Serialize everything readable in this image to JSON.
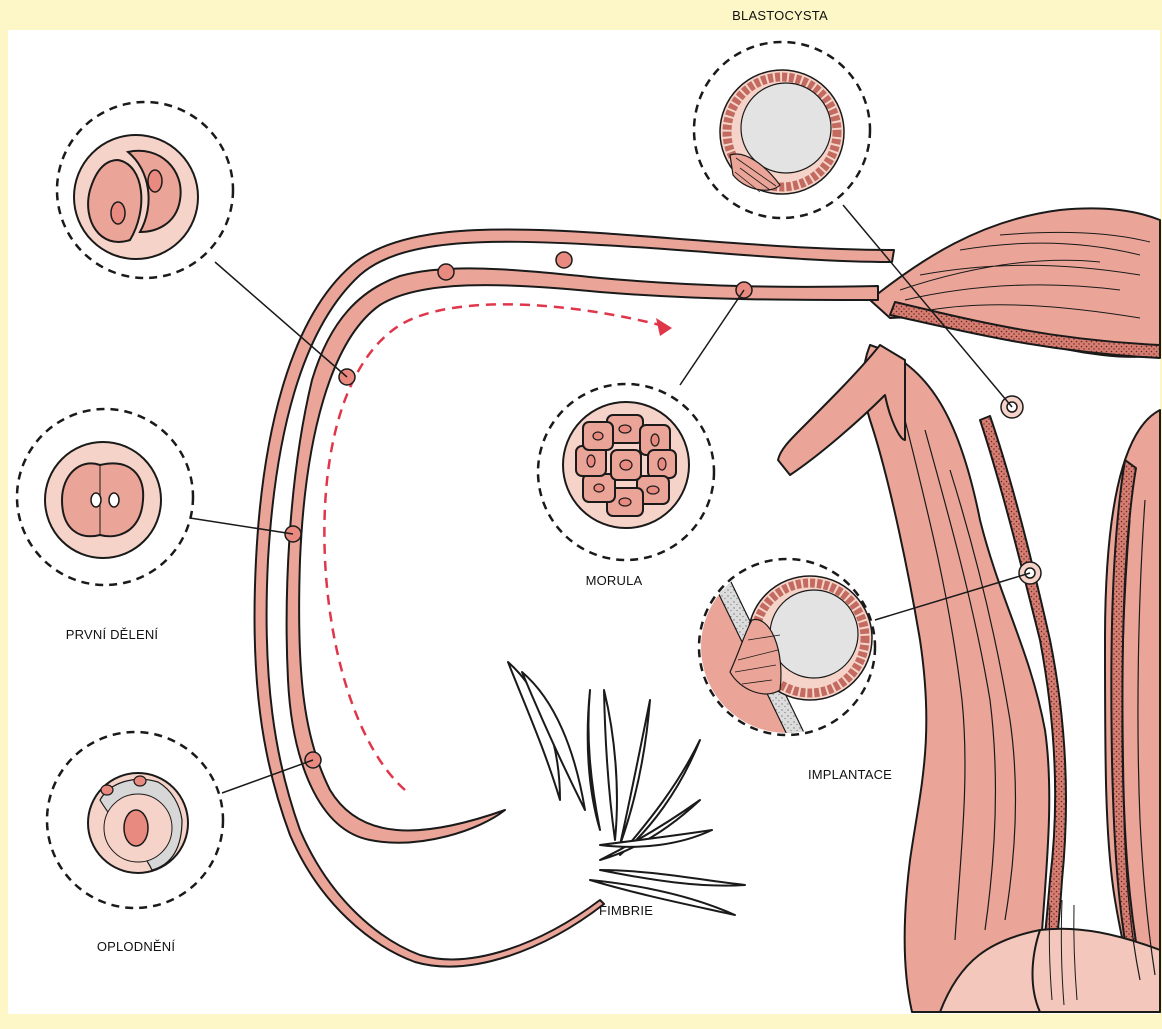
{
  "labels": {
    "blastocysta": "BLASTOCYSTA",
    "morula": "MORULA",
    "prvni_deleni": "PRVNÍ DĚLENÍ",
    "oplodneni": "OPLODNĚNÍ",
    "implantace": "IMPLANTACE",
    "fimbrie": "FIMBRIE"
  },
  "colors": {
    "background": "#fdf7c7",
    "panel": "#ffffff",
    "tissue": "#eba598",
    "tissue_light": "#f6d3c8",
    "cell": "#e98a80",
    "outline": "#1a1a1a",
    "arrow": "#e0364a",
    "cavity": "#e3e3e3"
  }
}
